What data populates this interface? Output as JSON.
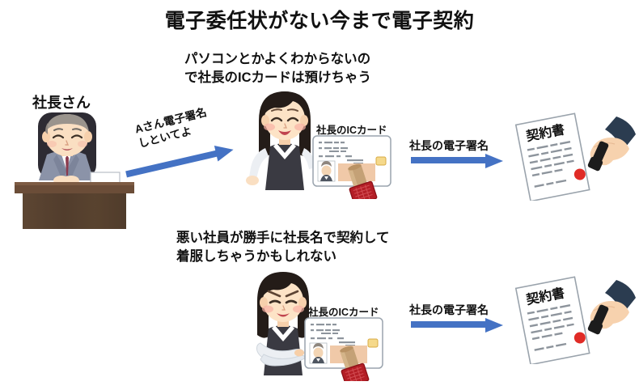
{
  "page": {
    "title": "電子委任状がない今まで電子契約",
    "background_color": "#ffffff",
    "accent_color": "#4472C4"
  },
  "figures": {
    "president": {
      "label": "社長さん",
      "name": "president-at-desk",
      "suit_color": "#8b93a8",
      "tie_color": "#8b3a4d",
      "desk_color": "#5e4432",
      "chair_color": "#2d2b33"
    },
    "employee_top": {
      "name": "smiling-female-employee",
      "expression": "smiling",
      "vest_color": "#3a3a42",
      "hair_color": "#231b17"
    },
    "employee_bottom": {
      "name": "scheming-female-employee",
      "expression": "angry-scheming",
      "vest_color": "#3a3a42",
      "hair_color": "#231b17"
    }
  },
  "rows": [
    {
      "id": "row-top",
      "caption": "パソコンとかよくわからないの\nで社長のICカードは預けちゃう",
      "arrow_text": "Aさん電子署名\nしといてよ",
      "card_label": "社長のICカード",
      "signature_label": "社長の電子署名",
      "document_title": "契約書"
    },
    {
      "id": "row-bottom",
      "caption": "悪い社員が勝手に社長名で契約して\n着服しちゃうかもしれない",
      "arrow_text": "",
      "card_label": "社長のICカード",
      "signature_label": "社長の電子署名",
      "document_title": "契約書"
    }
  ],
  "ic_card": {
    "name": "president-ic-card",
    "chip_color": "#f5d98b",
    "signature_panel_color": "#f0c9a8",
    "border_color": "#9aa4ae",
    "stamp_wood_color": "#c4a176",
    "stamp_face_color": "#b41e26"
  },
  "contract": {
    "name": "contract-document",
    "title": "契約書",
    "seal_color": "#e02b26",
    "sleeve_color": "#2b3c50",
    "skin_color": "#f7d2ae",
    "hanko_color": "#1c1c1c",
    "paper_color": "#ffffff"
  }
}
